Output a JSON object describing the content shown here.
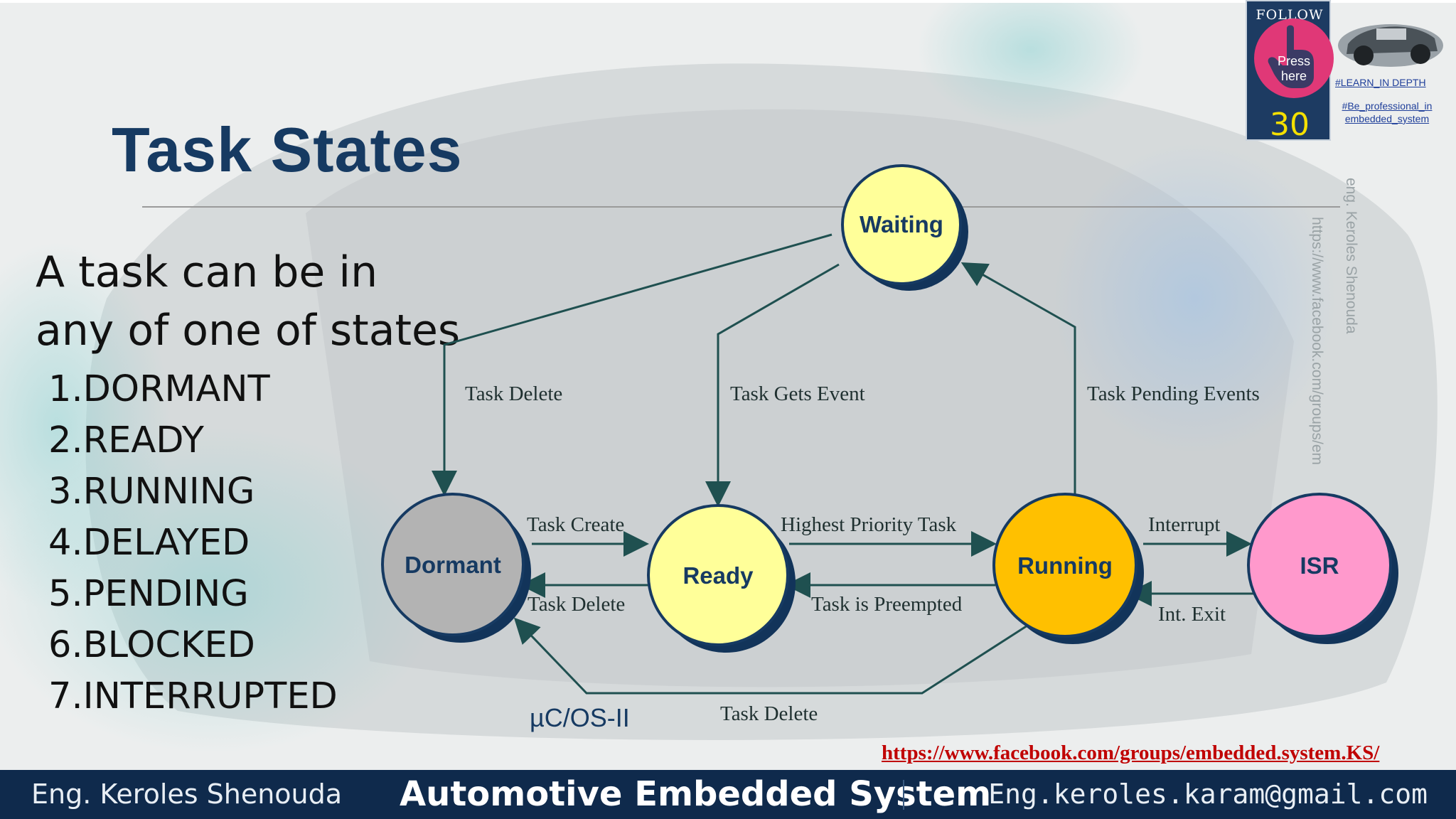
{
  "slide": {
    "title": "Task States",
    "intro": "A task can be in any of one of states",
    "states": [
      "1.DORMANT",
      "2.READY",
      "3.RUNNING",
      "4.DELAYED",
      "5.PENDING",
      "6.BLOCKED",
      "7.INTERRUPTED"
    ]
  },
  "diagram": {
    "nodes": {
      "waiting": "Waiting",
      "dormant": "Dormant",
      "ready": "Ready",
      "running": "Running",
      "isr": "ISR"
    },
    "edges": {
      "task_delete_top": "Task Delete",
      "task_gets_event": "Task Gets Event",
      "task_pending_events": "Task Pending Events",
      "task_create": "Task Create",
      "task_delete_mid": "Task Delete",
      "highest_priority_task": "Highest Priority Task",
      "task_is_preempted": "Task is Preempted",
      "interrupt": "Interrupt",
      "int_exit": "Int. Exit",
      "task_delete_bottom": "Task Delete"
    },
    "os_label": "µC/OS-II",
    "colors": {
      "waiting": "#ffff99",
      "dormant": "#b3b3b3",
      "ready": "#ffff99",
      "running": "#ffc000",
      "isr": "#ff99cc",
      "outline": "#163a62",
      "arrow": "#1f5050"
    }
  },
  "follow": {
    "label": "FOLLOW US",
    "press_text": "Press\nhere",
    "count": "30",
    "tag1": "#LEARN_IN DEPTH",
    "tag2": "#Be_professional_in embedded_system"
  },
  "watermarks": {
    "author": "eng. Keroles Shenouda",
    "url": "https://www.facebook.com/groups/em"
  },
  "link": "https://www.facebook.com/groups/embedded.system.KS/",
  "footer": {
    "left": "Eng. Keroles Shenouda",
    "center": "Automotive Embedded System",
    "right": "Eng.keroles.karam@gmail.com"
  }
}
